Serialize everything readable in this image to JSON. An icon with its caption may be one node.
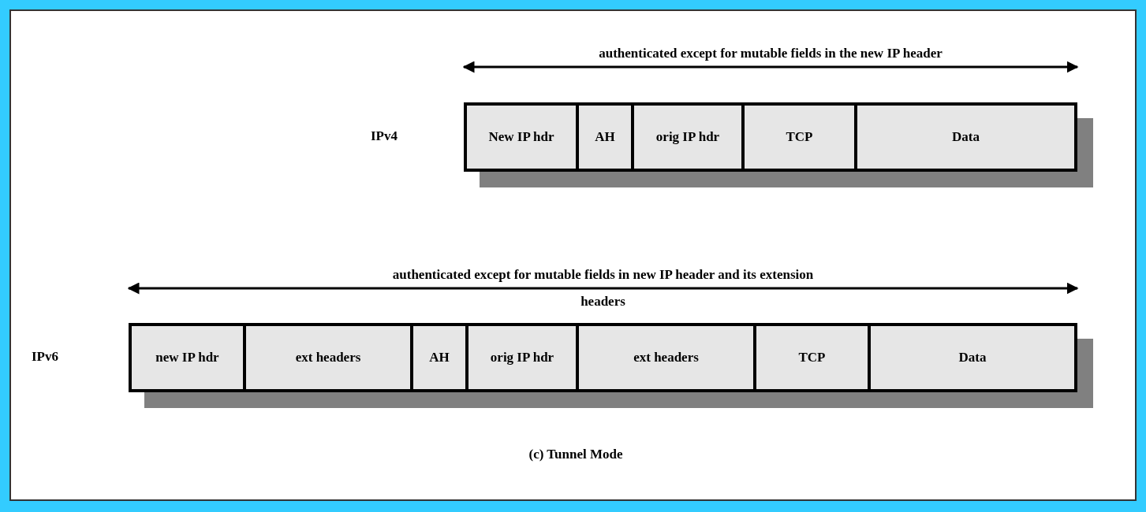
{
  "diagram": {
    "caption": "(c) Tunnel Mode",
    "nodes": [
      {
        "text": [
          "New IP hdr"
        ]
      },
      {
        "text": [
          "AH"
        ]
      },
      {
        "text": [
          "orig IP hdr"
        ]
      },
      {
        "text": [
          "TCP"
        ]
      },
      {
        "text": [
          "Data"
        ]
      },
      {
        "text": [
          "new IP hdr"
        ]
      },
      {
        "text": [
          "ext headers"
        ]
      },
      {
        "text": [
          "AH"
        ]
      },
      {
        "text": [
          "orig IP hdr"
        ]
      },
      {
        "text": [
          "ext headers"
        ]
      },
      {
        "text": [
          "TCP"
        ]
      },
      {
        "text": [
          "Data"
        ]
      }
    ],
    "edges": [],
    "labels": [
      "authenticated except for mutable fields in the new IP header",
      "IPv4",
      "authenticated except for mutable fields in new IP header and its extension headers",
      "IPv6"
    ]
  }
}
